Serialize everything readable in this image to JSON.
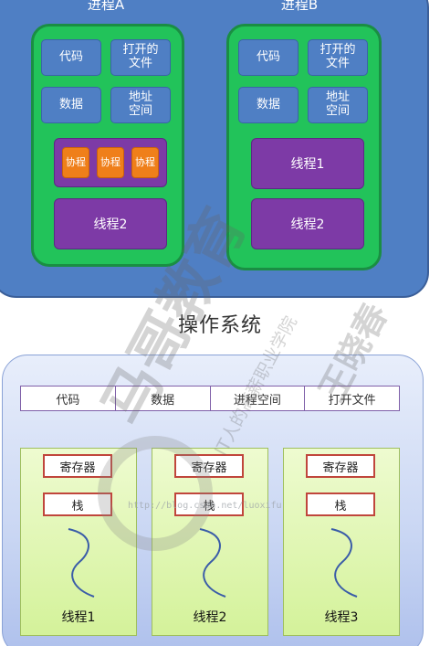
{
  "os": {
    "label": "操作系统"
  },
  "process_a": {
    "title": "进程A",
    "code": "代码",
    "open_files": "打开的文件",
    "data": "数据",
    "address_space": "地址空间",
    "coroutines": [
      "协程",
      "协程",
      "协程"
    ],
    "thread": "线程2"
  },
  "process_b": {
    "title": "进程B",
    "code": "代码",
    "open_files": "打开的文件",
    "data": "数据",
    "address_space": "地址空间",
    "thread1": "线程1",
    "thread2": "线程2"
  },
  "shared_resources": [
    "代码",
    "数据",
    "进程空间",
    "打开文件"
  ],
  "threads": [
    {
      "register": "寄存器",
      "stack": "栈",
      "label": "线程1"
    },
    {
      "register": "寄存器",
      "stack": "栈",
      "label": "线程2"
    },
    {
      "register": "寄存器",
      "stack": "栈",
      "label": "线程3"
    }
  ],
  "watermark": {
    "brand": "马哥教育",
    "author": "王晓春",
    "slogan": "IT人的高薪职业学院",
    "url": "http://blog.csdn.net/luoxifu"
  },
  "colors": {
    "os_blue": "#4f7fc4",
    "process_green": "#22c35a",
    "thread_purple": "#7d3aa6",
    "coroutine_orange": "#ef7f1a",
    "register_red": "#c0463c"
  }
}
